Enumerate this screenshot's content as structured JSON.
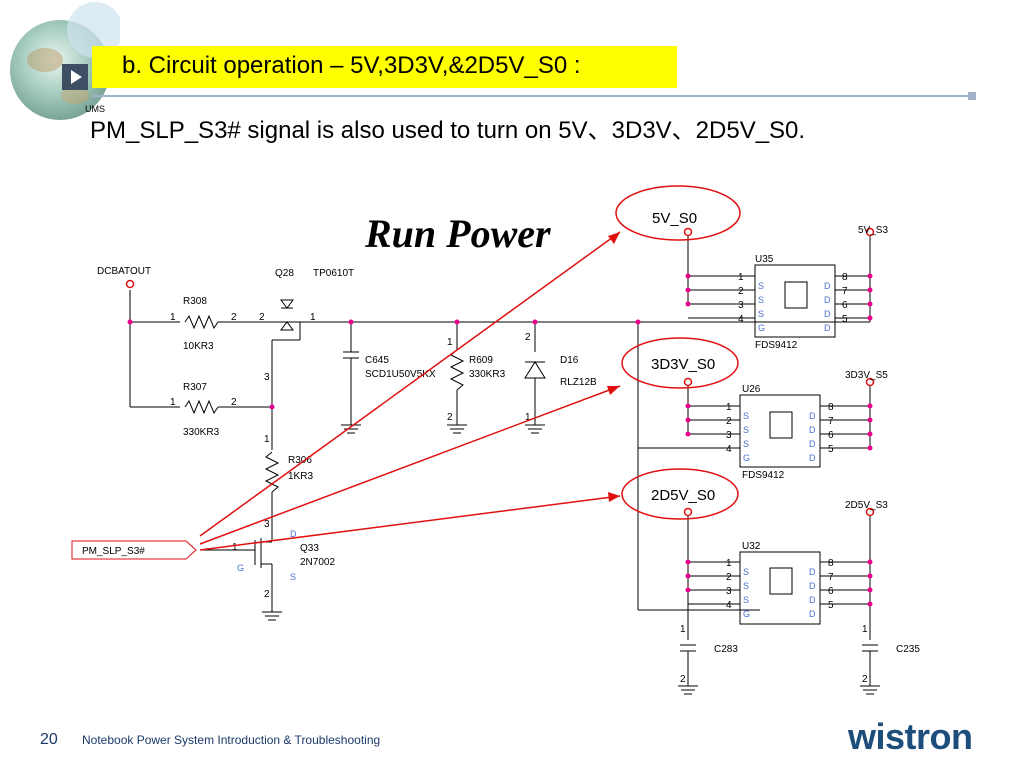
{
  "slide": {
    "title": "b. Circuit operation – 5V,3D3V,&2D5V_S0 :",
    "subtitle": "PM_SLP_S3# signal is also used to turn on 5V、3D3V、2D5V_S0.",
    "page_number": "20",
    "footer": "Notebook Power System Introduction & Troubleshooting",
    "logo_text": "wistron",
    "deco_label": "UMS"
  },
  "diagram": {
    "heading": "Run Power",
    "accent_color": "#e01010",
    "highlight_color": "#ffff00",
    "nets": {
      "dcbatout": "DCBATOUT",
      "pm_slp": "PM_SLP_S3#",
      "v5_s3": "5V_S3",
      "v3d3_s5": "3D3V_S5",
      "v2d5_s3": "2D5V_S3"
    },
    "outputs": [
      "5V_S0",
      "3D3V_S0",
      "2D5V_S0"
    ],
    "components": {
      "r308": {
        "ref": "R308",
        "value": "10KR3"
      },
      "r307": {
        "ref": "R307",
        "value": "330KR3"
      },
      "r306": {
        "ref": "R306",
        "value": "1KR3"
      },
      "q28": {
        "ref": "Q28",
        "value": "TP0610T"
      },
      "q33": {
        "ref": "Q33",
        "value": "2N7002"
      },
      "c645": {
        "ref": "C645",
        "value": "SCD1U50V5KX"
      },
      "r609": {
        "ref": "R609",
        "value": "330KR3"
      },
      "d16": {
        "ref": "D16",
        "value": "RLZ12B"
      },
      "u35": {
        "ref": "U35",
        "value": "FDS9412"
      },
      "u26": {
        "ref": "U26",
        "value": "FDS9412"
      },
      "u32": {
        "ref": "U32"
      },
      "c283": {
        "ref": "C283"
      },
      "c235": {
        "ref": "C235"
      }
    },
    "pins": {
      "p1": "1",
      "p2": "2",
      "p3": "3",
      "p4": "4",
      "p5": "5",
      "p6": "6",
      "p7": "7",
      "p8": "8",
      "d": "D",
      "g": "G",
      "s": "S"
    }
  }
}
